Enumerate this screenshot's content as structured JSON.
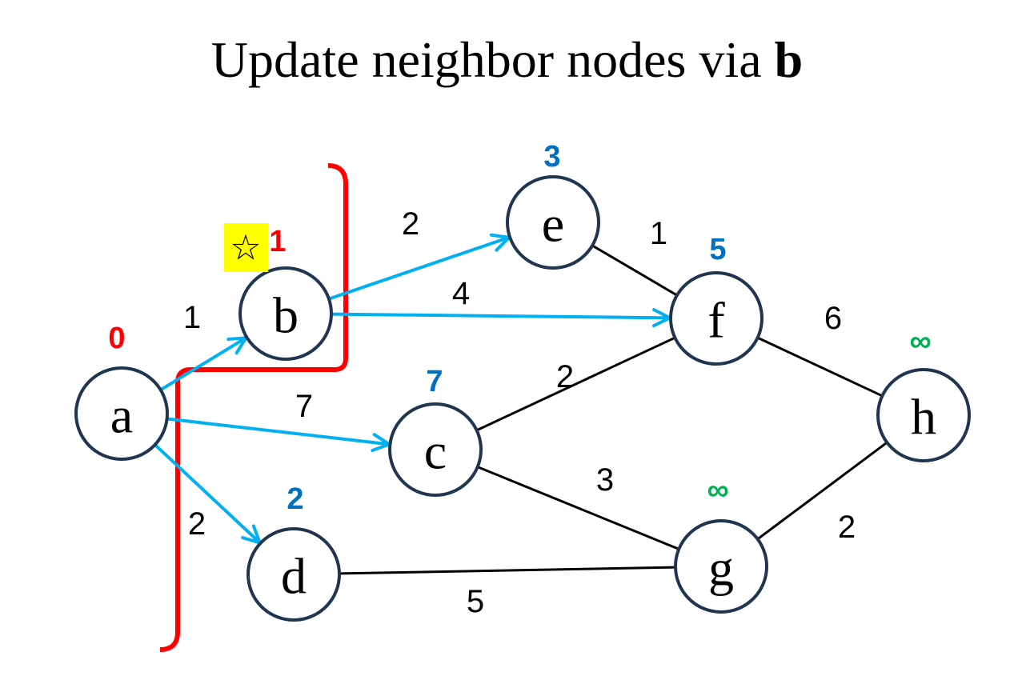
{
  "title": {
    "prefix": "Update neighbor nodes via ",
    "emphasis": "b"
  },
  "colors": {
    "node_stroke": "#1f3550",
    "active_edge": "#00b0f0",
    "plain_edge": "#000000",
    "boundary": "#ff0000",
    "dist_settled": "#ff0000",
    "dist_updated": "#0070c0",
    "dist_infinite": "#00b050",
    "highlight": "#ffff00"
  },
  "nodes": [
    {
      "id": "a",
      "label": "a",
      "dist": "0",
      "state": "settled"
    },
    {
      "id": "b",
      "label": "b",
      "dist": "1",
      "state": "settled",
      "current": true,
      "marker": "☆"
    },
    {
      "id": "c",
      "label": "c",
      "dist": "7",
      "state": "updated"
    },
    {
      "id": "d",
      "label": "d",
      "dist": "2",
      "state": "updated"
    },
    {
      "id": "e",
      "label": "e",
      "dist": "3",
      "state": "updated"
    },
    {
      "id": "f",
      "label": "f",
      "dist": "5",
      "state": "updated"
    },
    {
      "id": "g",
      "label": "g",
      "dist": "∞",
      "state": "infinite"
    },
    {
      "id": "h",
      "label": "h",
      "dist": "∞",
      "state": "infinite"
    }
  ],
  "edges": [
    {
      "from": "a",
      "to": "b",
      "weight": "1",
      "active": true
    },
    {
      "from": "a",
      "to": "c",
      "weight": "7",
      "active": true
    },
    {
      "from": "a",
      "to": "d",
      "weight": "2",
      "active": true
    },
    {
      "from": "b",
      "to": "e",
      "weight": "2",
      "active": true
    },
    {
      "from": "b",
      "to": "f",
      "weight": "4",
      "active": true
    },
    {
      "from": "e",
      "to": "f",
      "weight": "1",
      "active": false
    },
    {
      "from": "c",
      "to": "f",
      "weight": "2",
      "active": false
    },
    {
      "from": "c",
      "to": "g",
      "weight": "3",
      "active": false
    },
    {
      "from": "d",
      "to": "g",
      "weight": "5",
      "active": false
    },
    {
      "from": "f",
      "to": "h",
      "weight": "6",
      "active": false
    },
    {
      "from": "g",
      "to": "h",
      "weight": "2",
      "active": false
    }
  ]
}
